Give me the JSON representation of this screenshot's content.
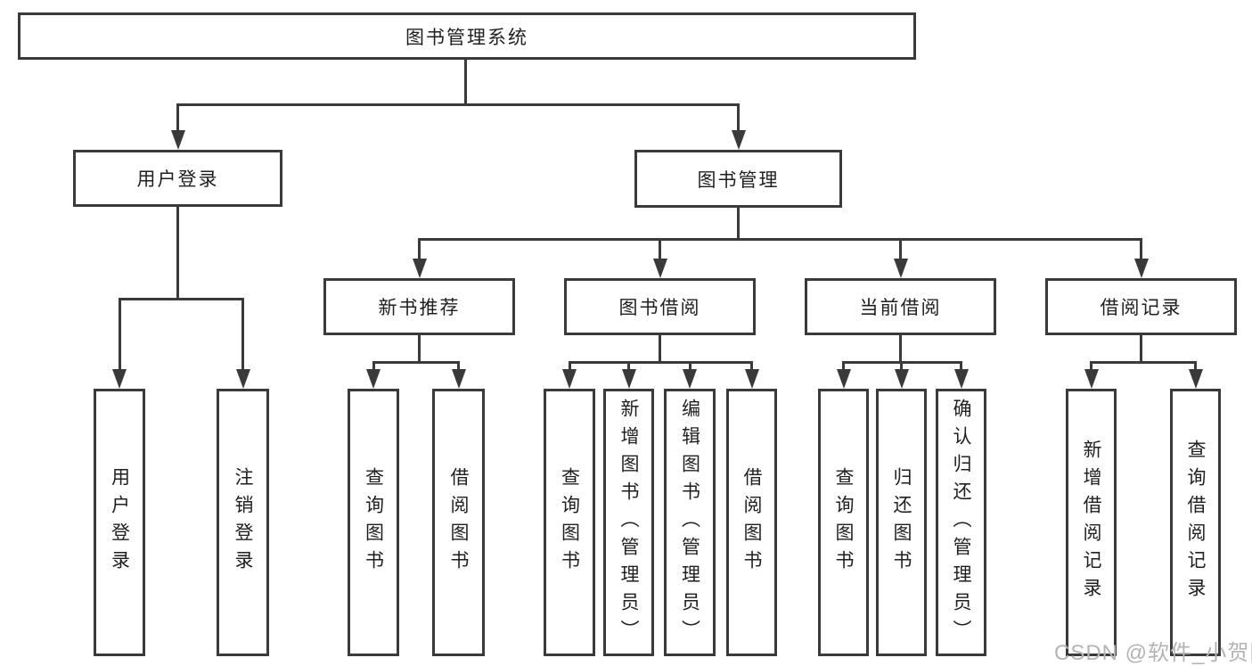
{
  "colors": {
    "line": "#3a3a3a",
    "box_border": "#3a3a3a",
    "text": "#1f1f1f",
    "background": "#ffffff",
    "watermark": "#b4b4b4"
  },
  "nodes": {
    "root": {
      "label": "图书管理系统"
    },
    "branches": [
      {
        "label": "用户登录"
      },
      {
        "label": "图书管理"
      }
    ],
    "modules": [
      {
        "label": "新书推荐"
      },
      {
        "label": "图书借阅"
      },
      {
        "label": "当前借阅"
      },
      {
        "label": "借阅记录"
      }
    ],
    "leaves": [
      {
        "label": "用户登录"
      },
      {
        "label": "注销登录"
      },
      {
        "label": "查询图书"
      },
      {
        "label": "借阅图书"
      },
      {
        "label": "查询图书"
      },
      {
        "label": "新增图书（管理员）"
      },
      {
        "label": "编辑图书（管理员）"
      },
      {
        "label": "借阅图书"
      },
      {
        "label": "查询图书"
      },
      {
        "label": "归还图书"
      },
      {
        "label": "确认归还（管理员）"
      },
      {
        "label": "新增借阅记录"
      },
      {
        "label": "查询借阅记录"
      }
    ]
  },
  "watermark": {
    "text": "CSDN @软件_小贺同学"
  }
}
